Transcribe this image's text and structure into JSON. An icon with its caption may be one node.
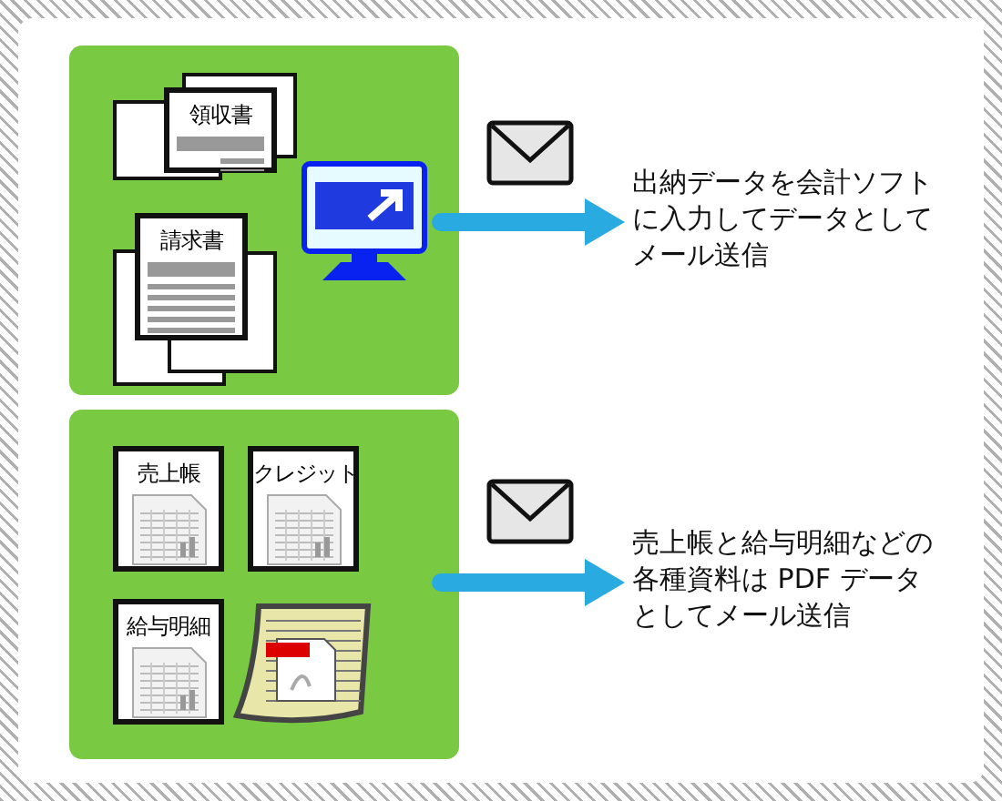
{
  "diagram": {
    "nodes": [
      {
        "text": [],
        "shape": "box"
      },
      {
        "text": [
          "領収書"
        ],
        "in": 0
      },
      {
        "text": [
          "請求書"
        ],
        "in": 0
      },
      {
        "text": [],
        "shape": "picture",
        "in": 0
      },
      {
        "text": [
          "出納データを会計ソフトに入力してデータとしてメール送信"
        ]
      },
      {
        "text": [],
        "shape": "box"
      },
      {
        "text": [
          "売上帳"
        ],
        "in": 5
      },
      {
        "text": [
          "クレジット"
        ],
        "in": 5
      },
      {
        "text": [
          "給与明細"
        ],
        "in": 5
      },
      {
        "text": [],
        "shape": "picture",
        "in": 5
      },
      {
        "text": [
          "売上帳と給与明細などの各種資料は PDF データとしてメール送信"
        ]
      }
    ],
    "edges": [
      {
        "from": 0,
        "to": 4,
        "arrow": "to"
      },
      {
        "from": 5,
        "to": 10,
        "arrow": "to"
      }
    ]
  }
}
